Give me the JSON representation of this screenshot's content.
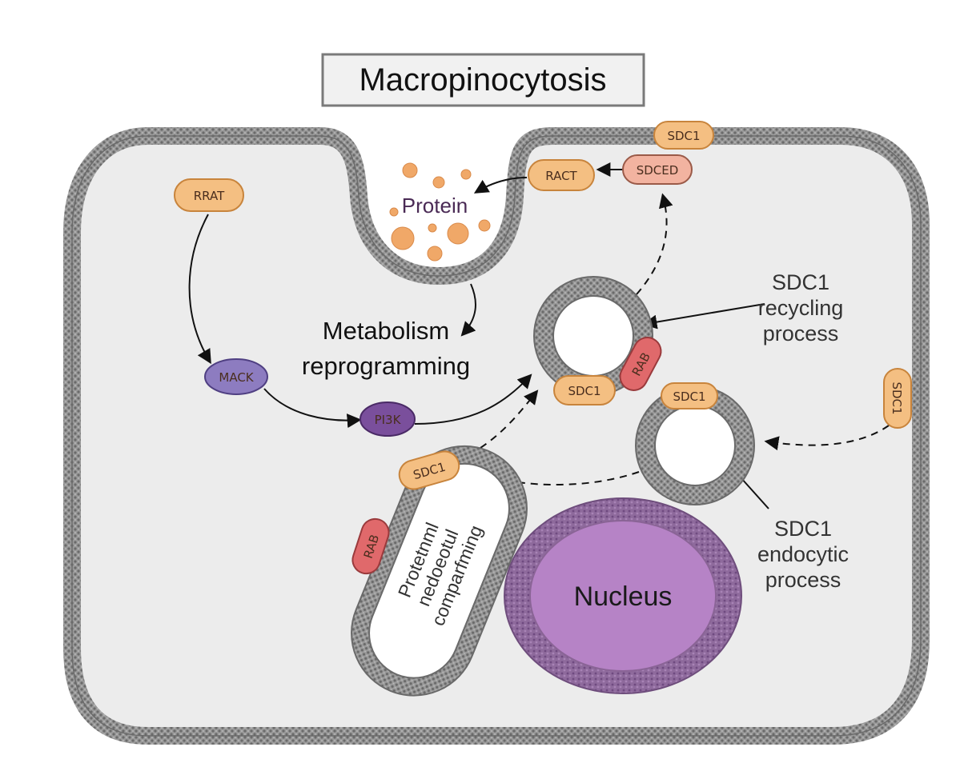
{
  "title": "Macropinocytosis",
  "labels": {
    "protein": "Protein",
    "metabolism_line1": "Metabolism",
    "metabolism_line2": "reprogramming",
    "nucleus": "Nucleus",
    "recycling_line1": "SDC1",
    "recycling_line2": "recycling",
    "recycling_line3": "process",
    "endocytic_line1": "SDC1",
    "endocytic_line2": "endocytic",
    "endocytic_line3": "process",
    "compartment_line1": "Protetnml",
    "compartment_line2": "nedoeotul",
    "compartment_line3": "comparfming"
  },
  "proteins": {
    "sdc1_top": "SDC1",
    "sdced": "SDCED",
    "ract": "RACT",
    "rrat": "RRAT",
    "mack": "MACK",
    "pi3k": "PI3K",
    "sdc1_vesicle_left": "SDC1",
    "vesicle_red": "RAB",
    "sdc1_vesicle_right": "SDC1",
    "sdc1_membrane_right": "SDC1",
    "sdc1_compartment": "SDC1",
    "compartment_red": "RAB"
  },
  "colors": {
    "membrane": "#8c8c8c",
    "membrane_dark": "#6e6e6e",
    "cytoplasm": "#ececec",
    "orange_protein": "#f4bf82",
    "orange_stroke": "#c8843c",
    "purple_protein": "#8d7cc0",
    "dark_purple_protein": "#7a4f9c",
    "red_protein": "#e0696b",
    "pink_protein": "#f2b3a0",
    "nucleus": "#b683c6",
    "nucleus_ring": "#8a6496",
    "protein_dots": "#f0a868"
  }
}
